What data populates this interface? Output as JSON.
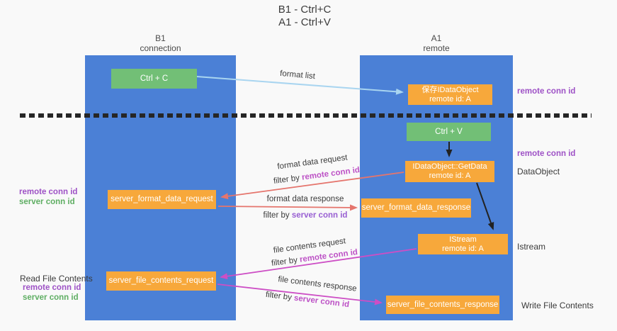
{
  "title": {
    "line1": "B1 - Ctrl+C",
    "line2": "A1 - Ctrl+V"
  },
  "lanes": {
    "left": {
      "name": "B1",
      "role": "connection"
    },
    "right": {
      "name": "A1",
      "role": "remote"
    }
  },
  "boxes": {
    "ctrl_c": {
      "label": "Ctrl + C"
    },
    "save_dataobject": {
      "line1": "保存IDataObject",
      "line2": "remote id: A"
    },
    "ctrl_v": {
      "label": "Ctrl + V"
    },
    "getdata": {
      "line1": "IDataObject::GetData",
      "line2": "remote id: A"
    },
    "istream": {
      "line1": "IStream",
      "line2": "remote id: A"
    },
    "server_format_data_request": {
      "label": "server_format_data_request"
    },
    "server_format_data_response": {
      "label": "server_format_data_response"
    },
    "server_file_contents_request": {
      "label": "server_file_contents_request"
    },
    "server_file_contents_response": {
      "label": "server_file_contents_response"
    }
  },
  "flow_labels": {
    "format_list": "format list",
    "format_data_request": "format data request",
    "format_data_request_filter": {
      "prefix": "filter by ",
      "id": "remote conn id"
    },
    "format_data_response": "format data response",
    "format_data_response_filter": {
      "prefix": "filter by ",
      "id": "server conn id"
    },
    "file_contents_request": "file contents request",
    "file_contents_request_filter": {
      "prefix": "filter by ",
      "id": "remote conn id"
    },
    "file_contents_response": "file contents response",
    "file_contents_response_filter": {
      "prefix": "filter by ",
      "id": "server conn id"
    }
  },
  "side_labels": {
    "right_remote_conn_id_1": "remote conn id",
    "right_remote_conn_id_2": "remote conn id",
    "right_dataobject": "DataObject",
    "right_istream": "Istream",
    "right_write_file": "Write File Contents",
    "left_remote_conn_id_1": "remote conn id",
    "left_server_conn_id_1": "server conn id",
    "left_read_file": "Read File Contents",
    "left_remote_conn_id_2": "remote conn id",
    "left_server_conn_id_2": "server conn id"
  },
  "colors": {
    "lane_blue": "#4b80d6",
    "box_green": "#72bf76",
    "box_orange": "#f7a83b",
    "arrow_lightblue": "#a9d5f0",
    "arrow_black": "#222222",
    "arrow_salmon": "#e5756d",
    "arrow_magenta": "#cd4ec5",
    "label_purple": "#9e52c6",
    "label_green": "#5fae63"
  }
}
